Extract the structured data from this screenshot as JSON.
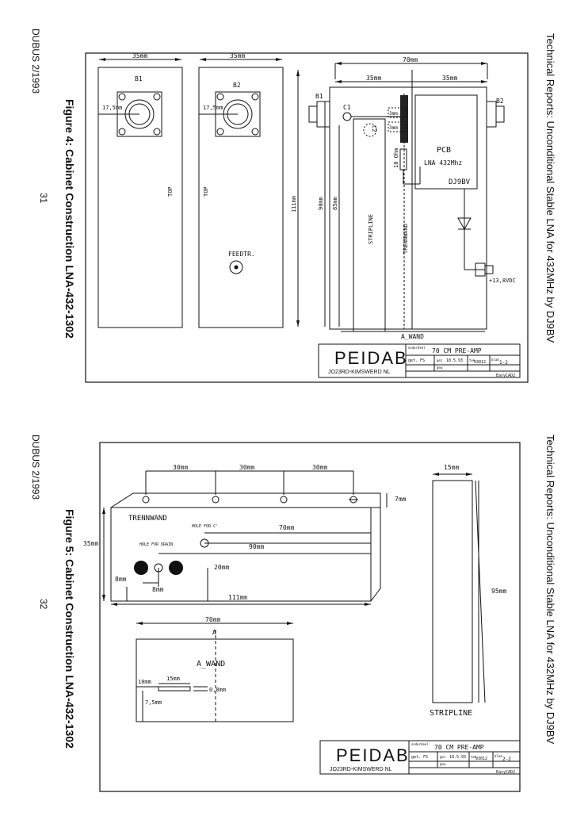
{
  "margins": {
    "right_top": "Technical Reports: Unconditional Stable LNA for 432MHz by DJ9BV",
    "right_bottom": "Technical Reports: Unconditional Stable LNA for 432MHz by DJ9BV",
    "left_top_journal": "DUBUS 2/1993",
    "left_bottom_journal": "DUBUS 2/1993",
    "page_top": "31",
    "page_bottom": "32",
    "caption_top": "Figure 4: Cabinet Construction LNA-432-1302",
    "caption_bottom": "Figure 5: Cabinet Construction LNA-432-1302"
  },
  "fig4": {
    "dim_35_a": "35mm",
    "dim_35_b": "35mm",
    "dim_70": "70mm",
    "dim_35_c": "35mm",
    "dim_35_d": "35mm",
    "b1": "B1",
    "b2": "B2",
    "b1_right": "B1",
    "b2_right": "B2",
    "dim_175_a": "17,5mm",
    "dim_175_b": "17,5mm",
    "top_a": "TOP",
    "top_b": "TOP",
    "feedtr": "FEEDTR.",
    "dim_111": "111mm",
    "dim_90": "90mm",
    "dim_85": "85mm",
    "c1": "C1",
    "c2": "C2",
    "r_3mm_a": "3mm",
    "r_3mm_b": "3mm",
    "ohm": "10 Ohm",
    "pcb": "PCB",
    "lna": "LNA 432Mhz",
    "dj9bv": "DJ9BV",
    "stripline": "STRIPLINE",
    "trennwand": "TRENNWAND",
    "a_wand": "A_WAND",
    "vdc": "+13,8VDC"
  },
  "fig5": {
    "dim_30_a": "30mm",
    "dim_30_b": "30mm",
    "dim_30_c": "30mm",
    "dim_7": "7mm",
    "dim_15": "15mm",
    "trennwand": "TRENNWAND",
    "hole_c": "HOLE FOR C'",
    "dim_70": "70mm",
    "hole_drain": "HOLE FOR DRAIN",
    "dim_90": "90mm",
    "dim_35": "35mm",
    "dim_8a": "8mm",
    "dim_8b": "8mm",
    "dim_20": "20mm",
    "dim_111": "111mm",
    "dim_95": "95mm",
    "dim_70_b": "70mm",
    "a_label": "A",
    "a_wand": "A_WAND",
    "dim_10": "10mm",
    "dim_15b": "15mm",
    "dim_08": "0,8mm",
    "dim_75": "7,5mm",
    "stripline": "STRIPLINE"
  },
  "titleblock": {
    "name": "PEIDAB",
    "sub": "JO23RD-KIMSWERD NL",
    "onderdeel": "onderdeel",
    "title": "70 CM PRE-AMP",
    "get_label": "get.",
    "get_val": "FS",
    "gez_label": "gez",
    "gez_val": "18.5.93",
    "tek_label": "tek",
    "tek_val": "93012",
    "blad_label": "blad",
    "blad_top": "1-2",
    "blad_bottom": "2-2",
    "gew_label": "gew",
    "cad": "EasyCAD2"
  }
}
